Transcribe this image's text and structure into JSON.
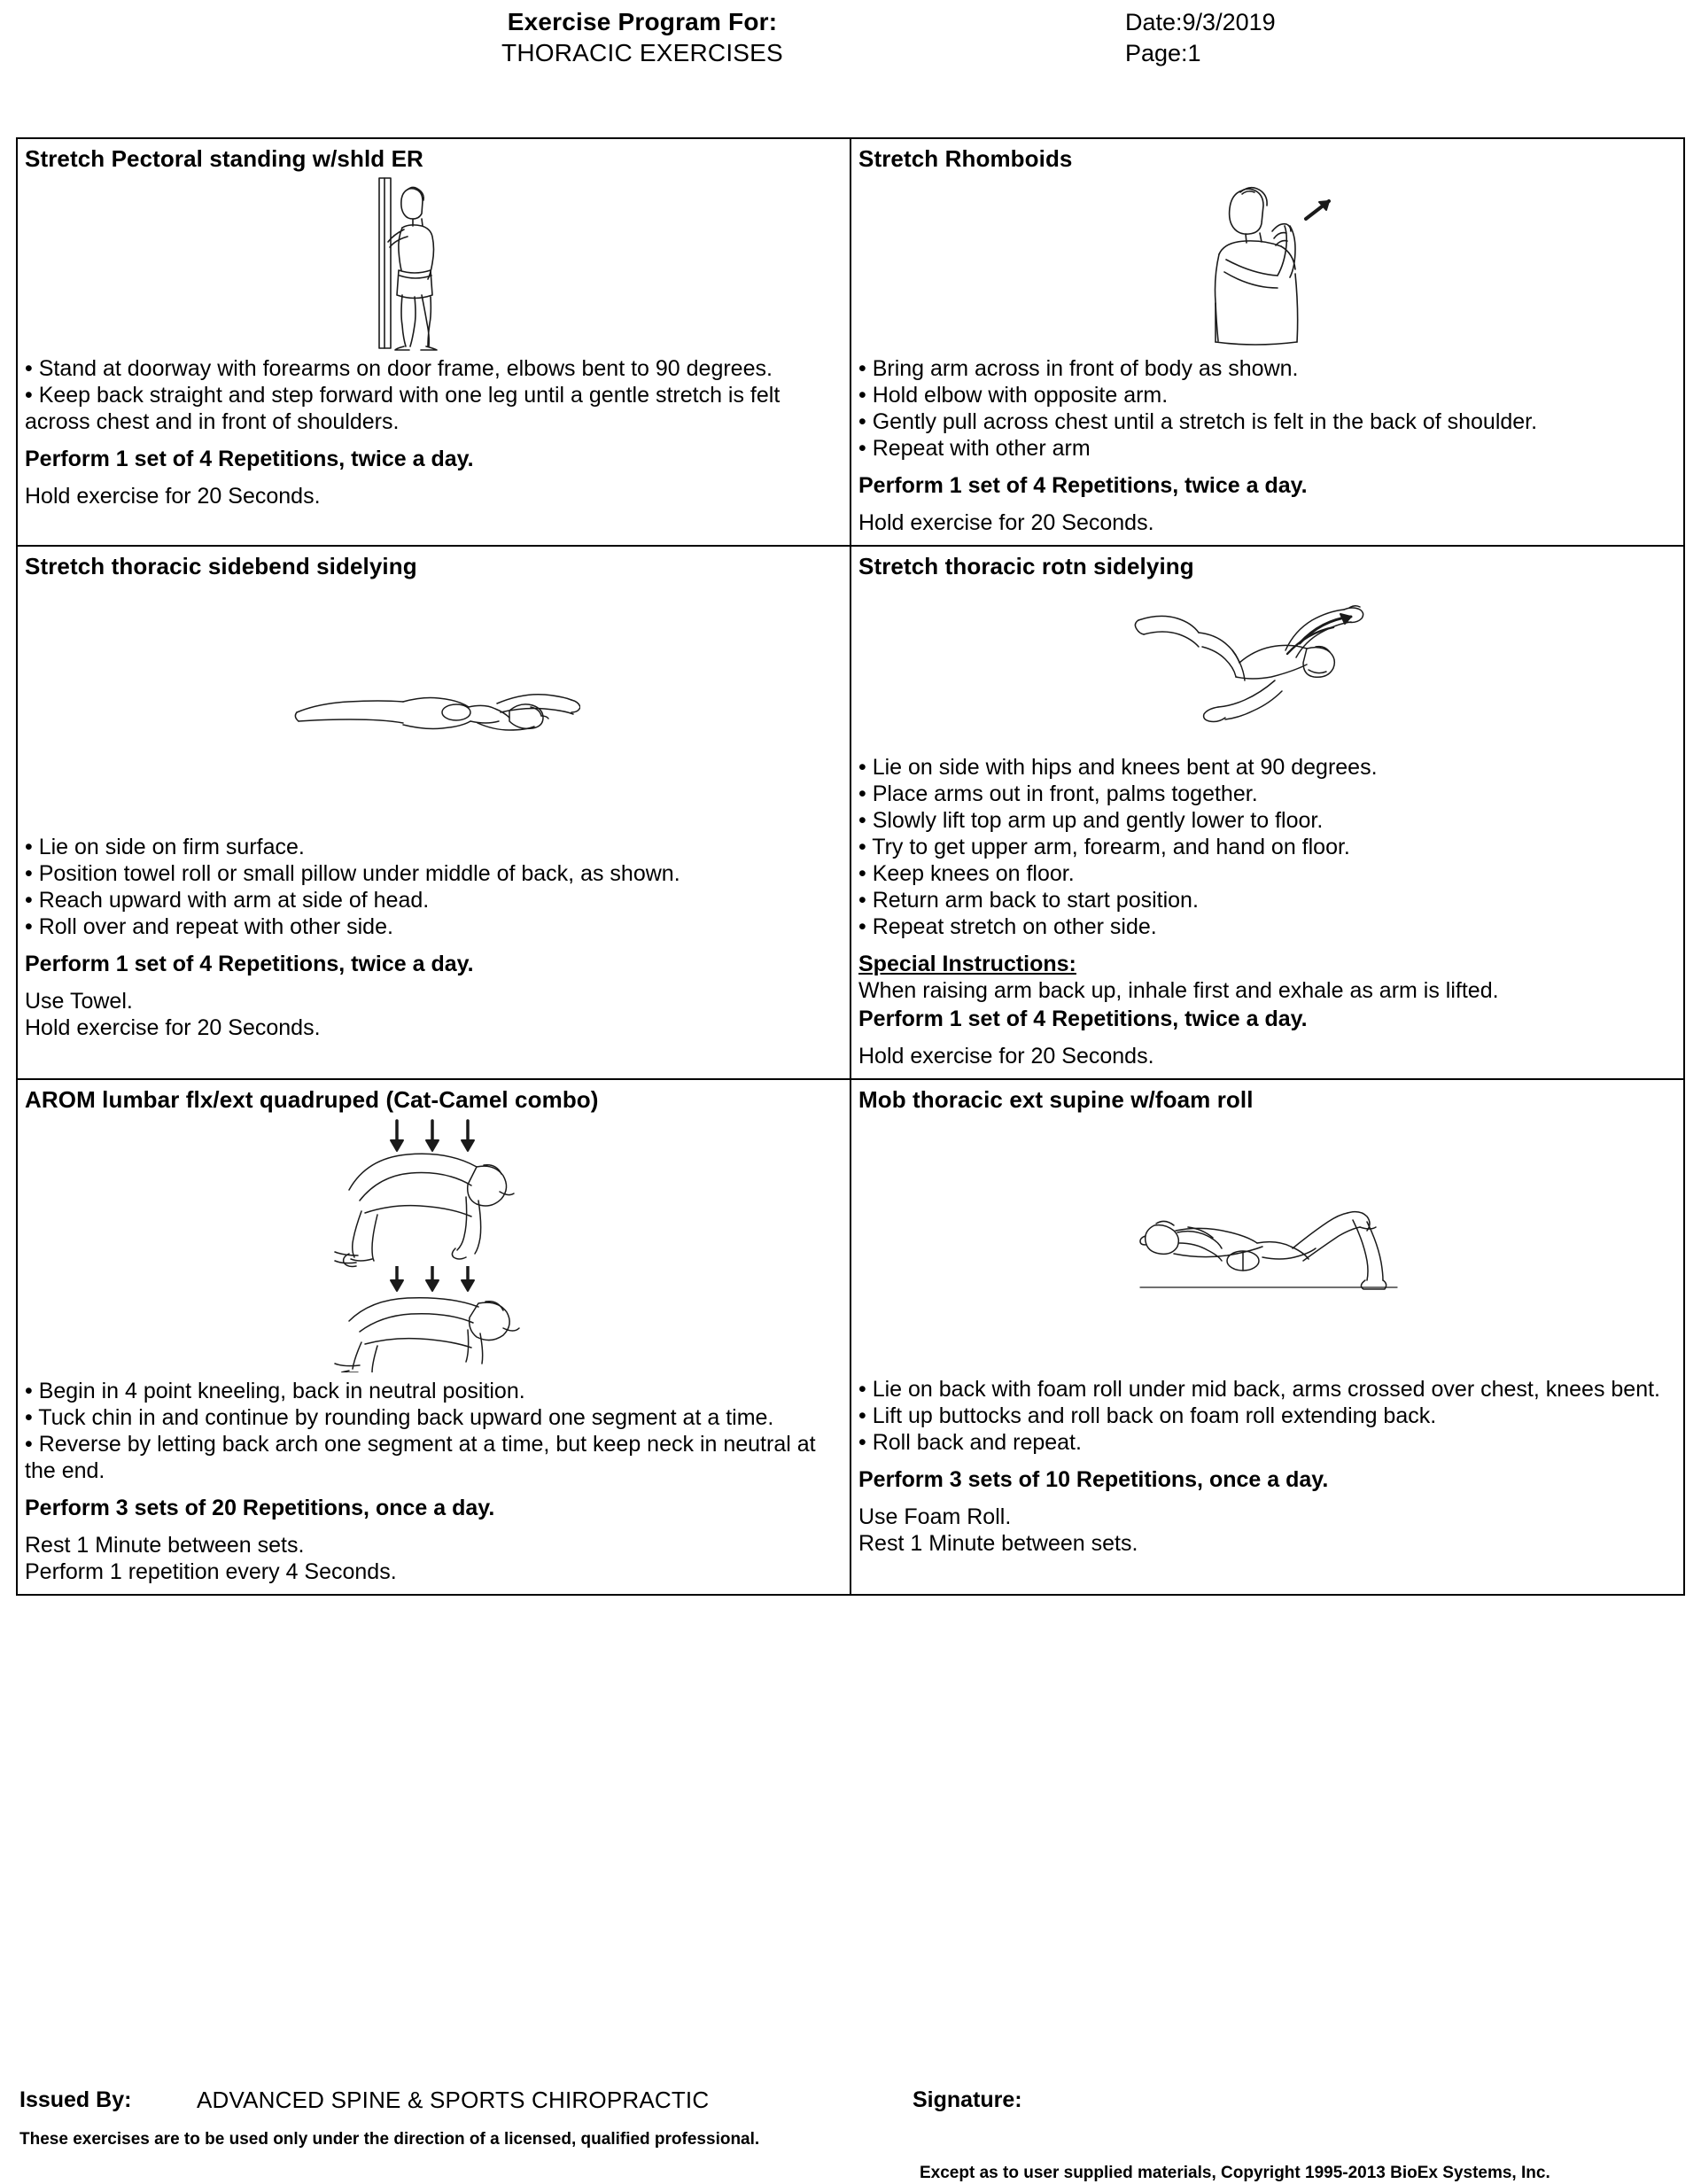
{
  "header": {
    "title": "Exercise Program For:",
    "program_name": "THORACIC EXERCISES",
    "date": "Date:9/3/2019",
    "page": "Page:1"
  },
  "exercises": [
    {
      "title": "Stretch Pectoral standing w/shld ER",
      "figure": "person-standing-doorway-pectoral-stretch",
      "bullets": [
        "• Stand at doorway with forearms on door frame, elbows bent to 90 degrees.",
        "• Keep back straight and step forward with one leg until a gentle stretch is felt across chest and in front of shoulders."
      ],
      "perform": "Perform 1 set of 4 Repetitions, twice a day.",
      "notes": [
        "Hold exercise for 20 Seconds."
      ]
    },
    {
      "title": "Stretch Rhomboids",
      "figure": "person-arm-across-chest-rhomboid-stretch",
      "bullets": [
        "• Bring arm across in front of body as shown.",
        "• Hold elbow with opposite arm.",
        "• Gently pull across chest until a stretch is felt in the back of shoulder.",
        "• Repeat with other arm"
      ],
      "perform": "Perform 1 set of 4 Repetitions, twice a day.",
      "notes": [
        "Hold exercise for 20 Seconds."
      ]
    },
    {
      "title": "Stretch thoracic sidebend sidelying",
      "figure": "person-sidelying-thoracic-sidebend",
      "bullets": [
        "• Lie on side on firm surface.",
        "• Position towel roll or small pillow under middle of back, as shown.",
        "• Reach upward with arm at side of head.",
        "• Roll over and repeat with other side."
      ],
      "perform": "Perform 1 set of 4 Repetitions, twice a day.",
      "notes": [
        "Use Towel.",
        "Hold exercise for 20 Seconds."
      ]
    },
    {
      "title": "Stretch thoracic rotn sidelying",
      "figure": "person-sidelying-thoracic-rotation",
      "bullets": [
        "• Lie on side with hips and knees bent at 90 degrees.",
        "• Place arms out in front, palms together.",
        "• Slowly lift top arm up and gently lower to floor.",
        "• Try to get upper arm, forearm, and hand on floor.",
        "• Keep knees on floor.",
        "• Return arm back to start position.",
        "• Repeat stretch on other side."
      ],
      "special_instructions_label": "Special Instructions:",
      "special_instructions_body": "When raising arm back up, inhale first and exhale as arm is lifted.",
      "perform": "Perform 1 set of 4 Repetitions, twice a day.",
      "notes": [
        "Hold exercise for 20 Seconds."
      ]
    },
    {
      "title": "AROM lumbar flx/ext quadruped (Cat-Camel combo)",
      "figure": "person-quadruped-cat-camel-two-positions-with-down-arrows",
      "bullets": [
        "• Begin in 4 point kneeling, back in neutral position.",
        "• Tuck chin in and continue by rounding back upward one segment at a time.",
        "• Reverse by letting back arch one segment at a time, but keep neck in neutral at the end."
      ],
      "perform": "Perform 3 sets of 20 Repetitions, once a day.",
      "notes": [
        "Rest 1 Minute between sets.",
        "Perform 1 repetition every 4 Seconds."
      ]
    },
    {
      "title": "Mob thoracic ext supine w/foam roll",
      "figure": "person-supine-on-foam-roll-thoracic-extension",
      "bullets": [
        "• Lie on back with foam roll under mid back, arms crossed over chest, knees bent.",
        "• Lift up buttocks and roll back on foam roll extending back.",
        "• Roll back and repeat."
      ],
      "perform": "Perform 3 sets of 10 Repetitions, once a day.",
      "notes": [
        "Use Foam Roll.",
        "Rest 1 Minute between sets."
      ]
    }
  ],
  "footer": {
    "issued_by_label": "Issued By:",
    "clinic_name": "ADVANCED SPINE & SPORTS CHIROPRACTIC",
    "signature_label": "Signature:",
    "disclaimer": "These exercises are to be used only under the direction of a licensed, qualified professional.",
    "copyright": "Except as to user supplied materials, Copyright 1995-2013 BioEx Systems, Inc."
  },
  "colors": {
    "ink": "#000000",
    "page": "#ffffff"
  }
}
